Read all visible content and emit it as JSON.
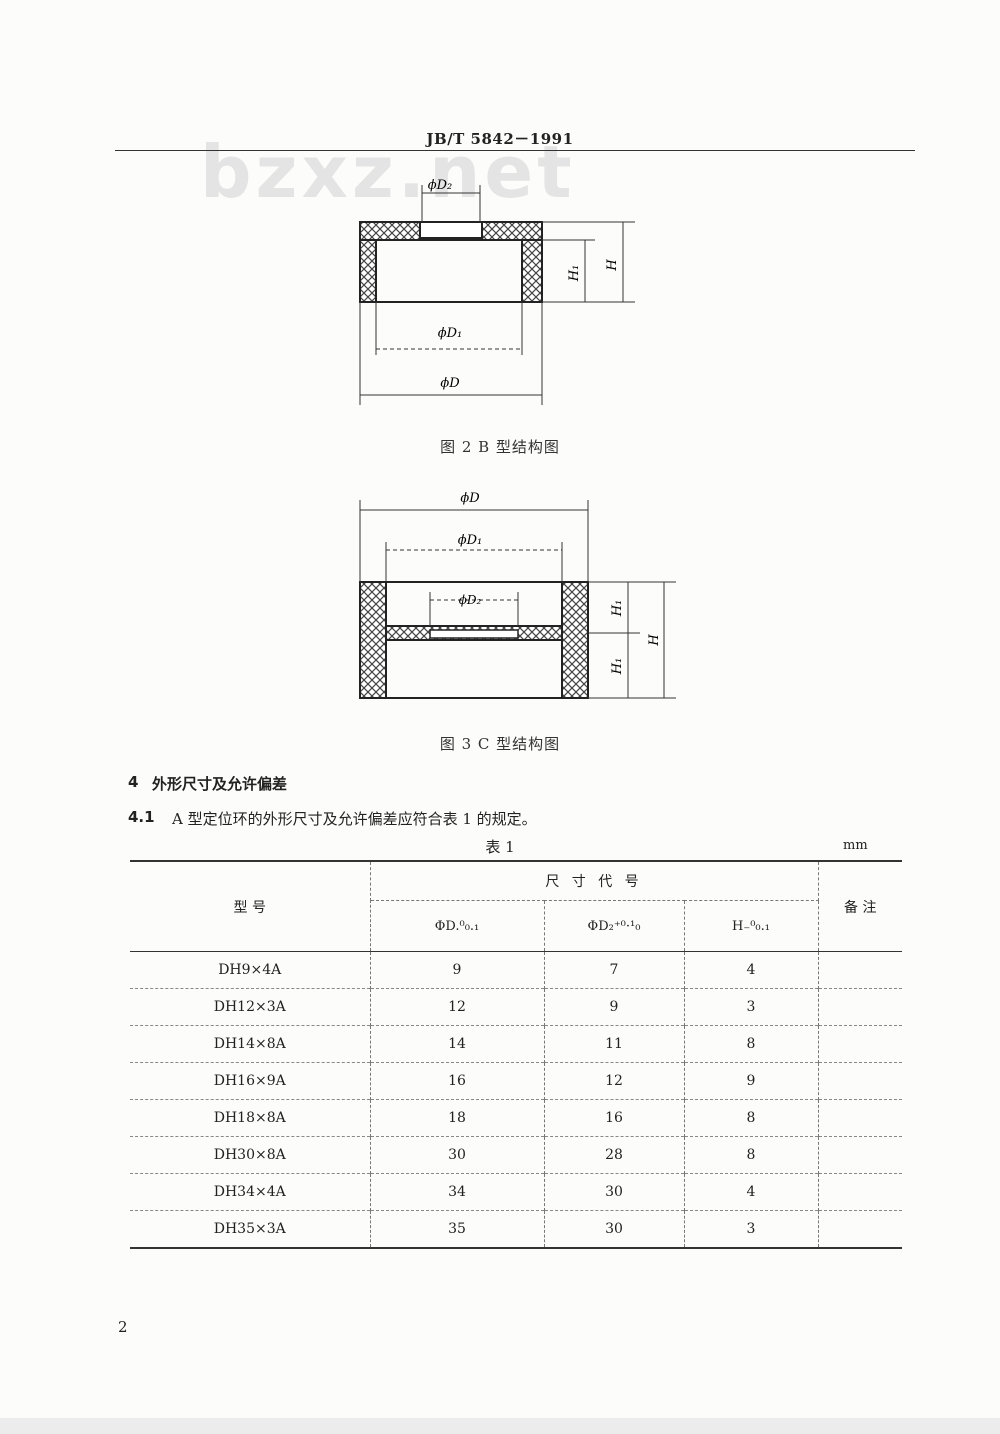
{
  "header": {
    "title": "JB/T  5842－1991",
    "watermark": "bzxz.net"
  },
  "figure2": {
    "labels": {
      "d2": "ϕD₂",
      "d1": "ϕD₁",
      "d": "ϕD",
      "h1": "H₁",
      "h": "H"
    },
    "caption": "图 2    B 型结构图"
  },
  "figure3": {
    "labels": {
      "d": "ϕD",
      "d1": "ϕD₁",
      "d2": "ϕD₂",
      "h1_top": "H₁",
      "h1_bottom": "H₁",
      "h": "H"
    },
    "caption": "图 3    C 型结构图"
  },
  "section4": {
    "number": "4",
    "title": "外形尺寸及允许偏差"
  },
  "section41": {
    "number": "4.1",
    "text": "A 型定位环的外形尺寸及允许偏差应符合表 1 的规定。"
  },
  "table1": {
    "title": "表  1",
    "unit": "mm",
    "header": {
      "model": "型  号",
      "dimension_group": "尺 寸 代 号",
      "col_d": "ΦD.⁰₀.₁",
      "col_d2": "ΦD₂⁺⁰·¹₀",
      "col_h": "H₋⁰₀.₁",
      "remarks": "备 注"
    },
    "rows": [
      {
        "model": "DH9×4A",
        "d": "9",
        "d2": "7",
        "h": "4",
        "remark": ""
      },
      {
        "model": "DH12×3A",
        "d": "12",
        "d2": "9",
        "h": "3",
        "remark": ""
      },
      {
        "model": "DH14×8A",
        "d": "14",
        "d2": "11",
        "h": "8",
        "remark": ""
      },
      {
        "model": "DH16×9A",
        "d": "16",
        "d2": "12",
        "h": "9",
        "remark": ""
      },
      {
        "model": "DH18×8A",
        "d": "18",
        "d2": "16",
        "h": "8",
        "remark": ""
      },
      {
        "model": "DH30×8A",
        "d": "30",
        "d2": "28",
        "h": "8",
        "remark": ""
      },
      {
        "model": "DH34×4A",
        "d": "34",
        "d2": "30",
        "h": "4",
        "remark": ""
      },
      {
        "model": "DH35×3A",
        "d": "35",
        "d2": "30",
        "h": "3",
        "remark": ""
      }
    ]
  },
  "page_number": "2"
}
